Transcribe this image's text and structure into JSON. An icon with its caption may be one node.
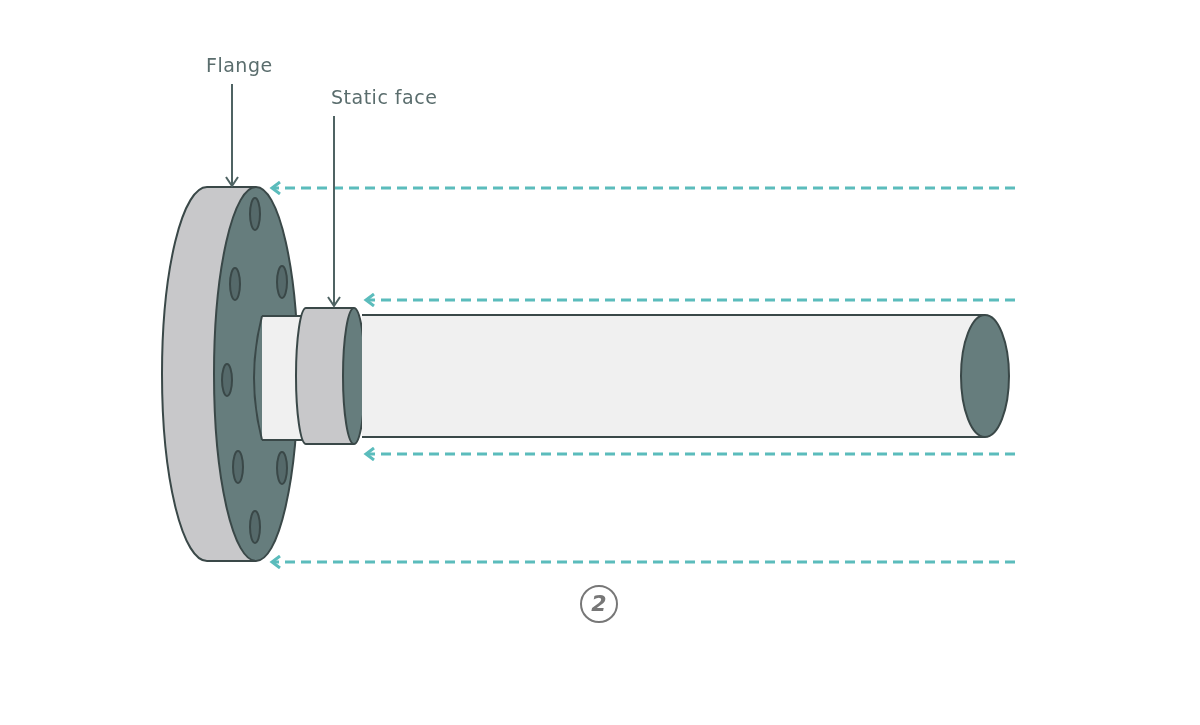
{
  "diagram": {
    "nodes": [
      {
        "text": [
          "Flange"
        ]
      },
      {
        "text": [
          "Static face"
        ]
      },
      {
        "text": [],
        "shape": "picture"
      },
      {
        "text": [],
        "shape": "picture"
      }
    ],
    "edges": [
      {
        "from": 0,
        "to": 2,
        "arrow": "to"
      },
      {
        "from": 1,
        "to": 3,
        "arrow": "to"
      }
    ],
    "labels": [
      "2"
    ]
  }
}
